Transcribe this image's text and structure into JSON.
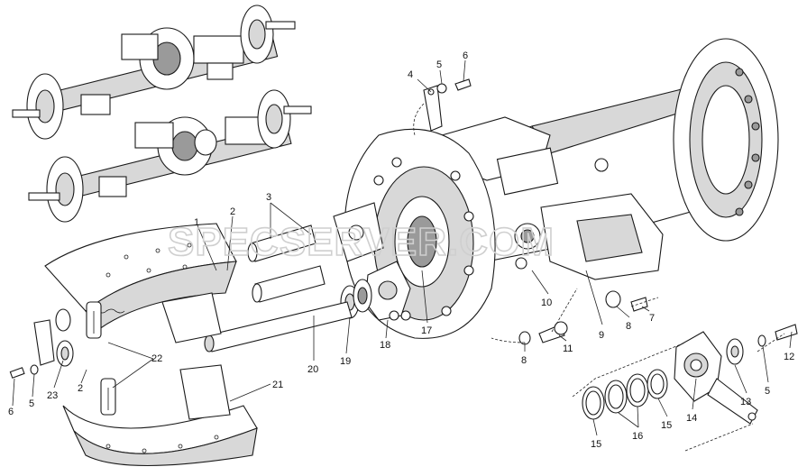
{
  "watermark": "SPECSERVER.COM",
  "callouts": {
    "c1": "1",
    "c2a": "2",
    "c2b": "2",
    "c3": "3",
    "c4": "4",
    "c5a": "5",
    "c5b": "5",
    "c5c": "5",
    "c6a": "6",
    "c6b": "6",
    "c7": "7",
    "c8a": "8",
    "c8b": "8",
    "c9": "9",
    "c10": "10",
    "c11": "11",
    "c12": "12",
    "c13": "13",
    "c14": "14",
    "c15a": "15",
    "c15b": "15",
    "c16": "16",
    "c17": "17",
    "c18": "18",
    "c19": "19",
    "c20": "20",
    "c21": "21",
    "c22": "22",
    "c23": "23"
  }
}
